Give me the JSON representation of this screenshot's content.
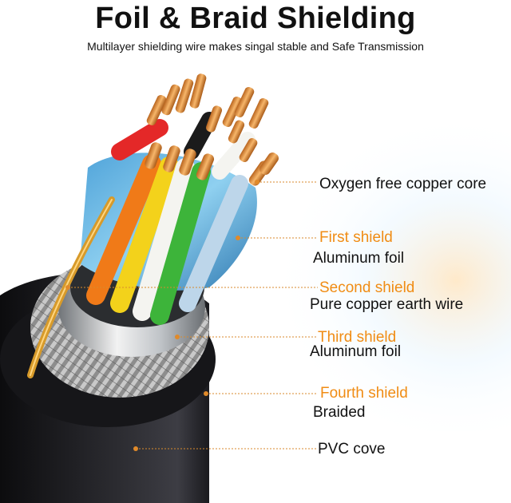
{
  "title": "Foil & Braid Shielding",
  "subtitle": "Multilayer shielding wire makes singal stable and Safe Transmission",
  "labels": {
    "core": "Oxygen free copper core",
    "first_shield": "First shield",
    "first_desc": "Aluminum foil",
    "second_shield": "Second shield",
    "second_desc": "Pure copper earth wire",
    "third_shield": "Third shield",
    "third_desc": "Aluminum foil",
    "fourth_shield": "Fourth shield",
    "fourth_desc": "Braided",
    "pvc": "PVC cove"
  },
  "colors": {
    "accent_orange": "#f08c14",
    "text": "#111111"
  }
}
